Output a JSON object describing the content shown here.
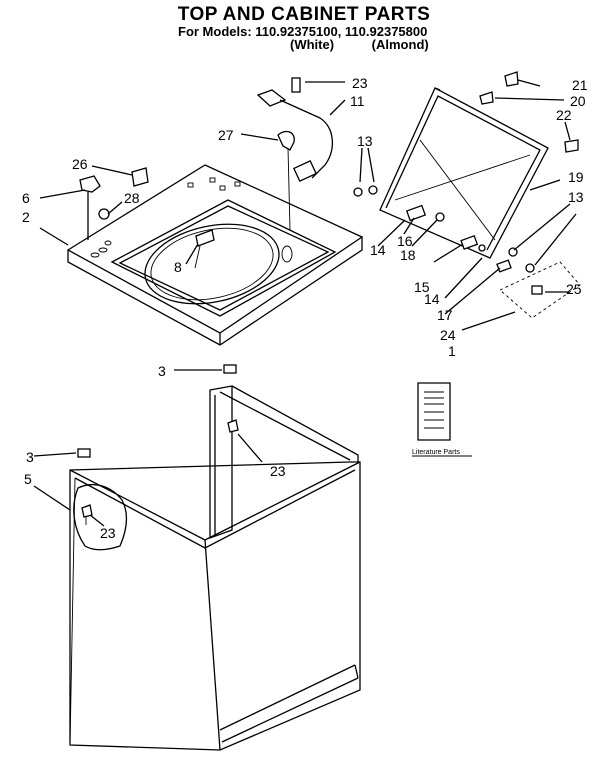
{
  "header": {
    "title": "TOP AND CABINET PARTS",
    "models": "For Models: 110.92375100, 110.92375800",
    "color_white": "(White)",
    "color_almond": "(Almond)"
  },
  "callouts": {
    "c1": "1",
    "c2": "2",
    "c3a": "3",
    "c3b": "3",
    "c5": "5",
    "c6": "6",
    "c8": "8",
    "c11": "11",
    "c13a": "13",
    "c13b": "13",
    "c14a": "14",
    "c14b": "14",
    "c15": "15",
    "c16": "16",
    "c17": "17",
    "c18": "18",
    "c19": "19",
    "c20": "20",
    "c21": "21",
    "c22": "22",
    "c23a": "23",
    "c23b": "23",
    "c23c": "23",
    "c24": "24",
    "c25": "25",
    "c26": "26",
    "c27": "27",
    "c28": "28"
  },
  "literature_label": "Literature Parts"
}
